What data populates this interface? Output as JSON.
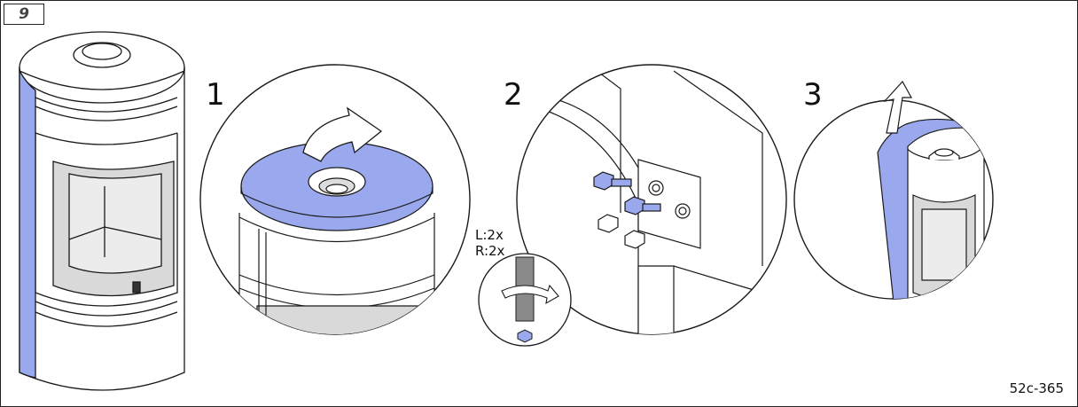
{
  "figure": {
    "number": "9",
    "code": "52c-365"
  },
  "steps": [
    {
      "label": "1"
    },
    {
      "label": "2"
    },
    {
      "label": "3"
    }
  ],
  "quantities": {
    "left": "L:2x",
    "right": "R:2x"
  },
  "colors": {
    "highlight": "#9aa8ee",
    "outline": "#1a1a1a",
    "glass": "#d9d9d9",
    "rod": "#8a8a8a"
  }
}
